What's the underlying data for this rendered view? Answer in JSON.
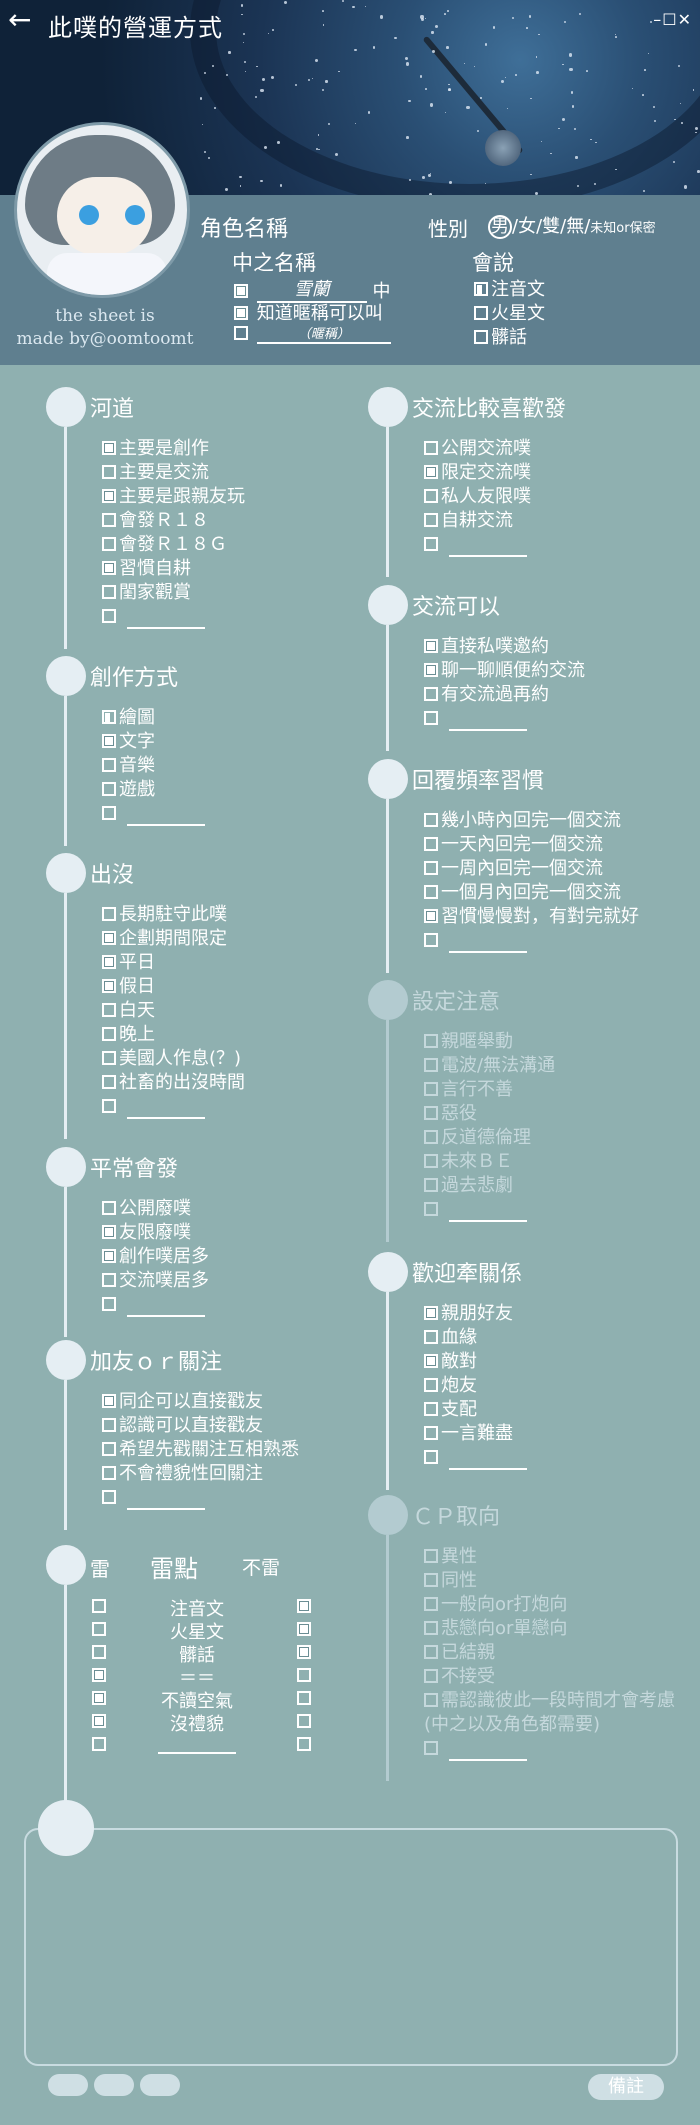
{
  "window": {
    "title": "此噗的營運方式",
    "controls": "–☐✕"
  },
  "profile": {
    "name_label": "角色名稱",
    "gender_label": "性別",
    "gender_options": [
      "男",
      "/女/雙/無/",
      "未知or保密"
    ],
    "nakanohito_label": "中之名稱",
    "name_handwritten": "雪蘭",
    "name_suffix": "中",
    "nickname_known": "知道暱稱可以叫",
    "nickname_placeholder": "（暱稱）",
    "speaks_label": "會說",
    "speaks_options": [
      "注音文",
      "火星文",
      "髒話"
    ],
    "credit_lines": [
      "the sheet is",
      "made by@oomtoomt"
    ]
  },
  "left_sections": [
    {
      "title": "河道",
      "items": [
        {
          "text": "主要是創作",
          "checked": true
        },
        {
          "text": "主要是交流",
          "checked": false
        },
        {
          "text": "主要是跟親友玩",
          "checked": true
        },
        {
          "text": "會發Ｒ１８",
          "checked": false
        },
        {
          "text": "會發Ｒ１８Ｇ",
          "checked": false
        },
        {
          "text": "習慣自耕",
          "checked": true
        },
        {
          "text": "閨家觀賞",
          "checked": false
        },
        {
          "text": "",
          "checked": false,
          "blank": true
        }
      ]
    },
    {
      "title": "創作方式",
      "items": [
        {
          "text": "繪圖",
          "checked": "half"
        },
        {
          "text": "文字",
          "checked": true
        },
        {
          "text": "音樂",
          "checked": false
        },
        {
          "text": "遊戲",
          "checked": false
        },
        {
          "text": "",
          "checked": false,
          "blank": true
        }
      ]
    },
    {
      "title": "出沒",
      "items": [
        {
          "text": "長期駐守此噗",
          "checked": false
        },
        {
          "text": "企劃期間限定",
          "checked": true
        },
        {
          "text": "平日",
          "checked": true
        },
        {
          "text": "假日",
          "checked": true
        },
        {
          "text": "白天",
          "checked": false
        },
        {
          "text": "晚上",
          "checked": false
        },
        {
          "text": "美國人作息(？)",
          "checked": false
        },
        {
          "text": "社畜的出沒時間",
          "checked": false
        },
        {
          "text": "",
          "checked": false,
          "blank": true
        }
      ]
    },
    {
      "title": "平常會發",
      "items": [
        {
          "text": "公開廢噗",
          "checked": false
        },
        {
          "text": "友限廢噗",
          "checked": true
        },
        {
          "text": "創作噗居多",
          "checked": true
        },
        {
          "text": "交流噗居多",
          "checked": false
        },
        {
          "text": "",
          "checked": false,
          "blank": true
        }
      ]
    },
    {
      "title": "加友ｏｒ關注",
      "items": [
        {
          "text": "同企可以直接戳友",
          "checked": true
        },
        {
          "text": "認識可以直接戳友",
          "checked": false
        },
        {
          "text": "希望先戳關注互相熟悉",
          "checked": false
        },
        {
          "text": "不會禮貌性回關注",
          "checked": false
        },
        {
          "text": "",
          "checked": false,
          "blank": true
        }
      ]
    }
  ],
  "mine": {
    "title_left": "雷",
    "title_mid": "雷點",
    "title_right": "不雷",
    "rows": [
      {
        "label": "注音文",
        "left": false,
        "right": true
      },
      {
        "label": "火星文",
        "left": false,
        "right": true
      },
      {
        "label": "髒話",
        "left": false,
        "right": true
      },
      {
        "label": "＝＝",
        "left": true,
        "right": false
      },
      {
        "label": "不讀空氣",
        "left": true,
        "right": false
      },
      {
        "label": "沒禮貌",
        "left": true,
        "right": false
      },
      {
        "label": "",
        "left": false,
        "right": false,
        "blank": true
      }
    ]
  },
  "right_sections": [
    {
      "title": "交流比較喜歡發",
      "dim": false,
      "items": [
        {
          "text": "公開交流噗",
          "checked": false
        },
        {
          "text": "限定交流噗",
          "checked": true
        },
        {
          "text": "私人友限噗",
          "checked": false
        },
        {
          "text": "自耕交流",
          "checked": false
        },
        {
          "text": "",
          "checked": false,
          "blank": true
        }
      ]
    },
    {
      "title": "交流可以",
      "dim": false,
      "items": [
        {
          "text": "直接私噗邀約",
          "checked": true
        },
        {
          "text": "聊一聊順便約交流",
          "checked": true
        },
        {
          "text": "有交流過再約",
          "checked": false
        },
        {
          "text": "",
          "checked": false,
          "blank": true
        }
      ]
    },
    {
      "title": "回覆頻率習慣",
      "dim": false,
      "items": [
        {
          "text": "幾小時內回完一個交流",
          "checked": false
        },
        {
          "text": "一天內回完一個交流",
          "checked": false
        },
        {
          "text": "一周內回完一個交流",
          "checked": false
        },
        {
          "text": "一個月內回完一個交流",
          "checked": false
        },
        {
          "text": "習慣慢慢對，有對完就好",
          "checked": true
        },
        {
          "text": "",
          "checked": false,
          "blank": true
        }
      ]
    },
    {
      "title": "設定注意",
      "dim": true,
      "items": [
        {
          "text": "親暱舉動",
          "checked": false
        },
        {
          "text": "電波/無法溝通",
          "checked": false
        },
        {
          "text": "言行不善",
          "checked": false
        },
        {
          "text": "惡役",
          "checked": false
        },
        {
          "text": "反道德倫理",
          "checked": false
        },
        {
          "text": "未來ＢＥ",
          "checked": false
        },
        {
          "text": "過去悲劇",
          "checked": false
        },
        {
          "text": "",
          "checked": false,
          "blank": true
        }
      ]
    },
    {
      "title": "歡迎牽關係",
      "dim": false,
      "items": [
        {
          "text": "親朋好友",
          "checked": true
        },
        {
          "text": "血緣",
          "checked": false
        },
        {
          "text": "敵對",
          "checked": true
        },
        {
          "text": "炮友",
          "checked": false
        },
        {
          "text": "支配",
          "checked": false
        },
        {
          "text": "一言難盡",
          "checked": false
        },
        {
          "text": "",
          "checked": false,
          "blank": true
        }
      ]
    },
    {
      "title": "ＣＰ取向",
      "dim": true,
      "items": [
        {
          "text": "異性",
          "checked": false
        },
        {
          "text": "同性",
          "checked": false
        },
        {
          "text": "一般向or打炮向",
          "checked": false
        },
        {
          "text": "悲戀向or單戀向",
          "checked": false
        },
        {
          "text": "已結親",
          "checked": false
        },
        {
          "text": "不接受",
          "checked": false
        },
        {
          "text": "需認識彼此一段時間才會考慮",
          "checked": false
        },
        {
          "text": "(中之以及角色都需要)",
          "checked": false,
          "nobox": true
        },
        {
          "text": "",
          "checked": false,
          "blank": true
        }
      ]
    }
  ],
  "footer": {
    "remark_label": "備註"
  }
}
